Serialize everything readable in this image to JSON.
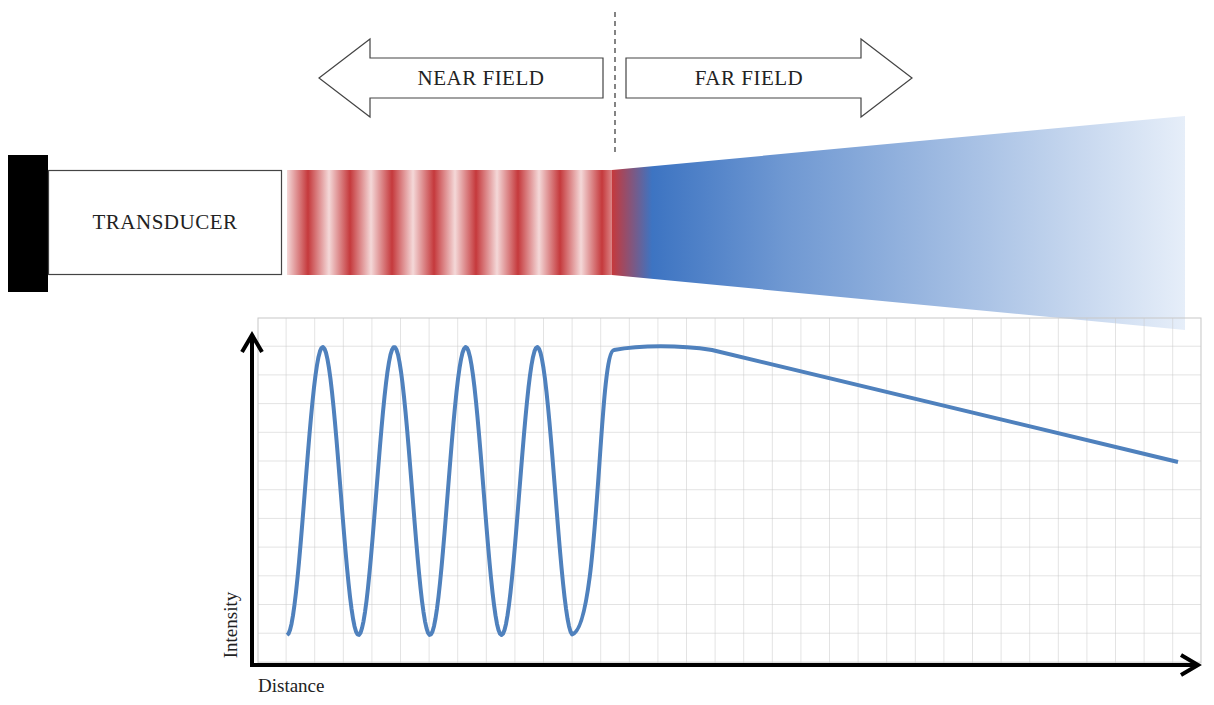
{
  "diagram": {
    "nodes": [
      {
        "text": [
          "NEAR FIELD"
        ]
      },
      {
        "text": [
          "FAR FIELD"
        ]
      },
      {
        "text": [
          "TRANSDUCER"
        ]
      }
    ],
    "labels": [
      "Intensity",
      "Distance"
    ]
  }
}
